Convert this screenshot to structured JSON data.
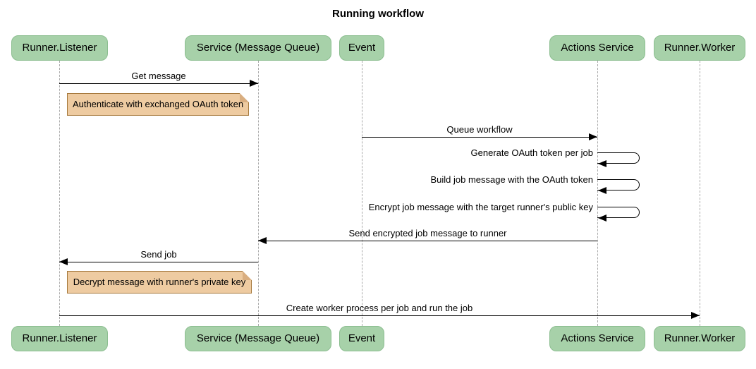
{
  "title": "Running workflow",
  "participants": [
    {
      "label": "Runner.Listener"
    },
    {
      "label": "Service (Message Queue)"
    },
    {
      "label": "Event"
    },
    {
      "label": "Actions Service"
    },
    {
      "label": "Runner.Worker"
    }
  ],
  "messages": {
    "get_message": "Get message",
    "queue_workflow": "Queue workflow",
    "generate_token": "Generate OAuth token per job",
    "build_job_message": "Build job message with the OAuth token",
    "encrypt_job_message": "Encrypt job message with the target runner's public key",
    "send_encrypted": "Send encrypted job message to runner",
    "send_job": "Send job",
    "create_worker": "Create worker process per job and run the job"
  },
  "notes": {
    "authenticate": "Authenticate with exchanged OAuth token",
    "decrypt": "Decrypt message with runner's private key"
  },
  "colors": {
    "participant_fill": "#a7d1a9",
    "participant_border": "#8cbe90",
    "note_fill": "#eecba1",
    "note_border": "#a6793d",
    "lifeline": "#a9a9a9",
    "arrow": "#000000",
    "text": "#000000",
    "background": "#ffffff"
  }
}
